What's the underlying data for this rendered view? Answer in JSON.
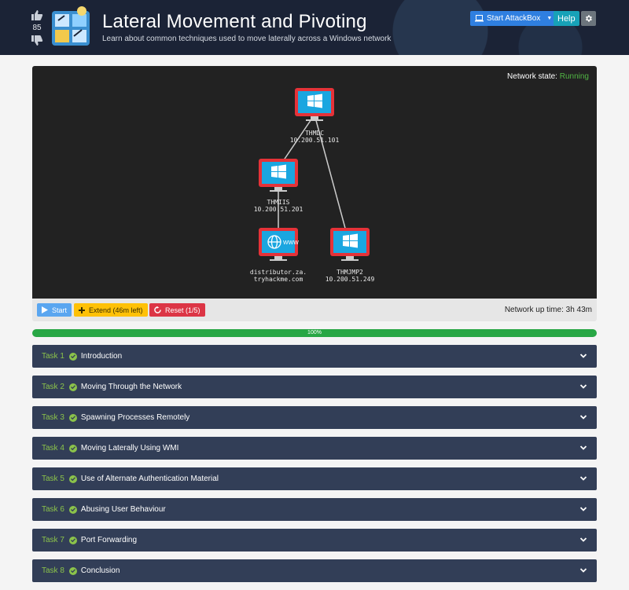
{
  "header": {
    "title": "Lateral Movement and Pivoting",
    "description": "Learn about common techniques used to move laterally across a Windows network",
    "votes": "85",
    "attackbox_label": "Start AttackBox",
    "help_label": "Help",
    "icons": {
      "upvote": "thumbs-up-icon",
      "downvote": "thumbs-down-icon",
      "attackbox": "laptop-icon",
      "settings": "gear-icon"
    }
  },
  "network": {
    "state_label": "Network state:",
    "state_value": "Running",
    "nodes": [
      {
        "name": "THMDC",
        "ip": "10.200.51.101",
        "type": "windows"
      },
      {
        "name": "THMIIS",
        "ip": "10.200.51.201",
        "type": "windows"
      },
      {
        "name": "distributor.za.",
        "ip": "tryhackme.com",
        "type": "web"
      },
      {
        "name": "THMJMP2",
        "ip": "10.200.51.249",
        "type": "windows"
      }
    ],
    "start_label": "Start",
    "extend_label": "Extend (46m left)",
    "reset_label": "Reset (1/5)",
    "uptime": "Network up time: 3h 43m",
    "colors": {
      "running": "#51b544",
      "node_border": "#e53238",
      "node_screen": "#1aa6e0"
    }
  },
  "progress": {
    "label": "100%",
    "value": 100
  },
  "tasks": [
    {
      "num": "Task 1",
      "title": "Introduction"
    },
    {
      "num": "Task 2",
      "title": "Moving Through the Network"
    },
    {
      "num": "Task 3",
      "title": "Spawning Processes Remotely"
    },
    {
      "num": "Task 4",
      "title": "Moving Laterally Using WMI"
    },
    {
      "num": "Task 5",
      "title": "Use of Alternate Authentication Material"
    },
    {
      "num": "Task 6",
      "title": "Abusing User Behaviour"
    },
    {
      "num": "Task 7",
      "title": "Port Forwarding"
    },
    {
      "num": "Task 8",
      "title": "Conclusion"
    }
  ]
}
